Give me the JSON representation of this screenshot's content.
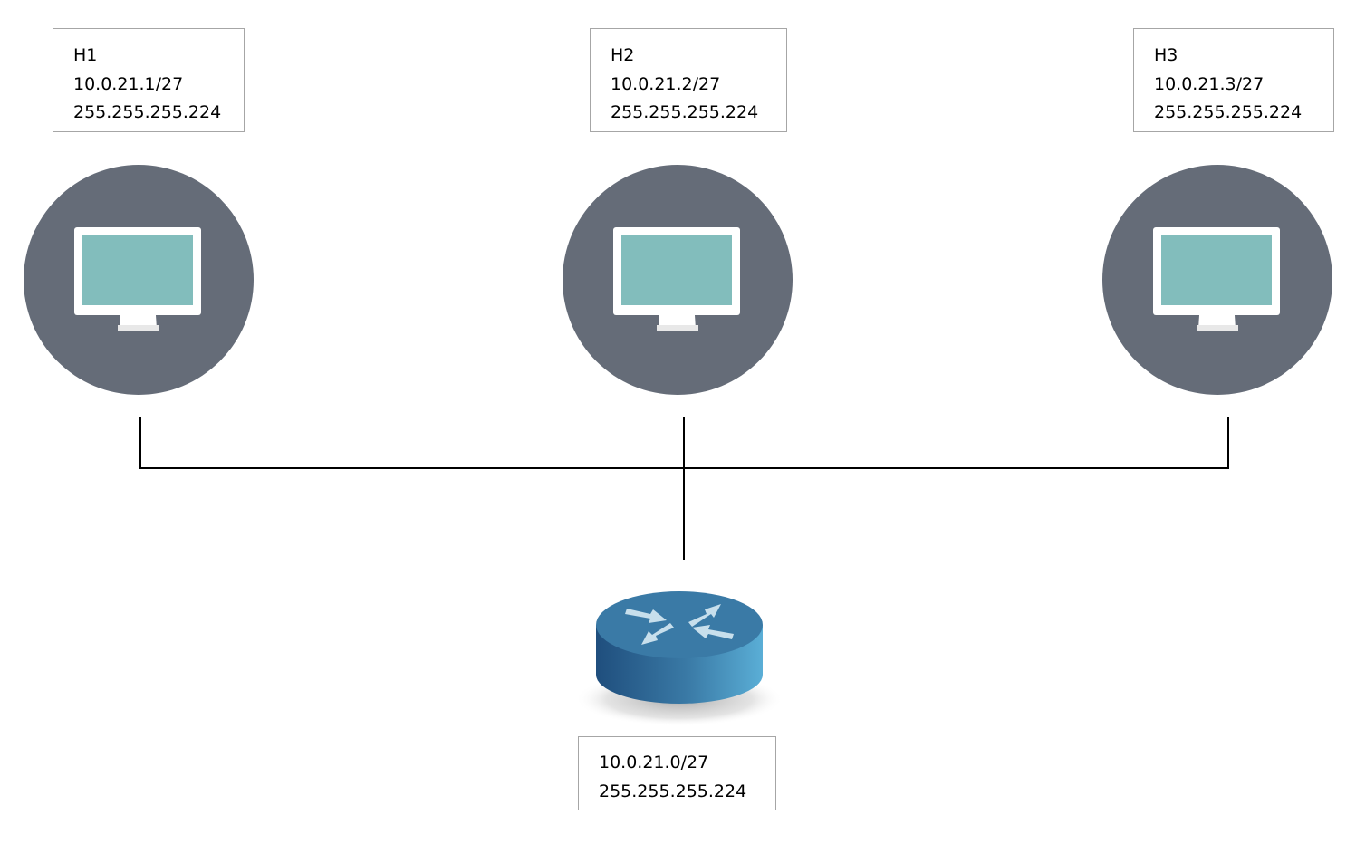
{
  "hosts": [
    {
      "name": "H1",
      "ip": "10.0.21.1/27",
      "mask": "255.255.255.224"
    },
    {
      "name": "H2",
      "ip": "10.0.21.2/27",
      "mask": "255.255.255.224"
    },
    {
      "name": "H3",
      "ip": "10.0.21.3/27",
      "mask": "255.255.255.224"
    }
  ],
  "router": {
    "network": "10.0.21.0/27",
    "mask": "255.255.255.224"
  },
  "colors": {
    "host_circle": "#656c78",
    "screen": "#82bdbc",
    "monitor_frame": "#ffffff",
    "router_top": "#3a7aa6",
    "router_side_dark": "#1f4e7d",
    "router_side_light": "#5aaed6",
    "router_arrows": "#c7dfec",
    "wire": "#000000",
    "box_border": "#a6a6a6"
  },
  "icons": {
    "host": "desktop-monitor-icon",
    "router": "router-icon"
  }
}
